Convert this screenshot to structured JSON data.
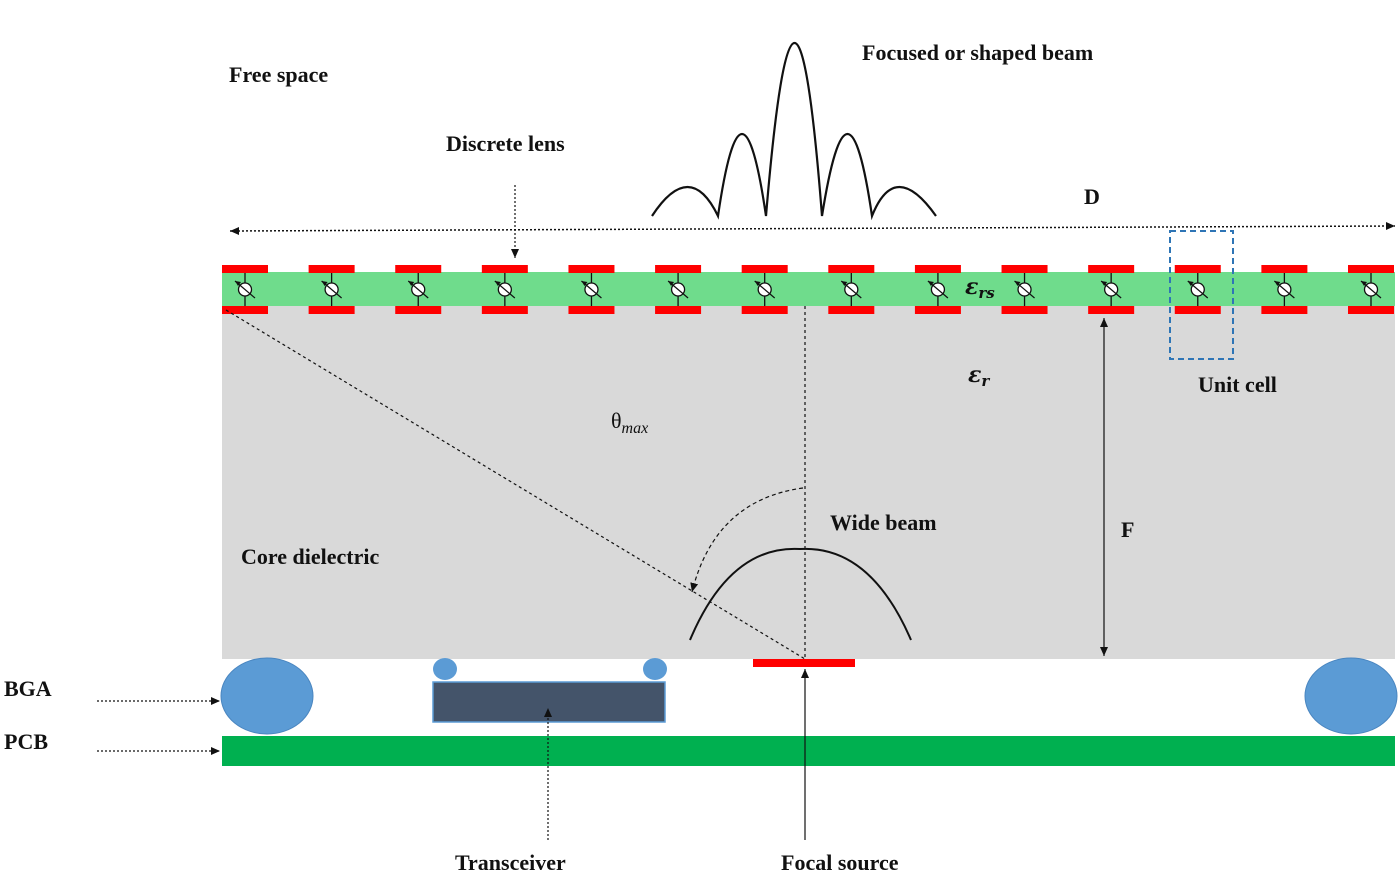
{
  "labels": {
    "free_space": "Free space",
    "focused_beam": "Focused or shaped beam",
    "discrete_lens": "Discrete lens",
    "d": "D",
    "eps_rs_main": "ε",
    "eps_rs_sub": "rs",
    "eps_r_main": "ε",
    "eps_r_sub": "r",
    "unit_cell": "Unit cell",
    "theta_main": "θ",
    "theta_sub": "max",
    "wide_beam": "Wide beam",
    "f": "F",
    "core_dielectric": "Core dielectric",
    "bga": "BGA",
    "pcb": "PCB",
    "transceiver": "Transceiver",
    "focal_source": "Focal source"
  },
  "unit_cell_count": 14,
  "colors": {
    "core_dielectric": "#d9d9d9",
    "lens_layer": "#6fdc8c",
    "patch": "#ff0000",
    "pcb": "#00b050",
    "bga_ball": "#5b9bd5",
    "transceiver": "#44546a",
    "unit_cell_box": "#2e75b6"
  }
}
